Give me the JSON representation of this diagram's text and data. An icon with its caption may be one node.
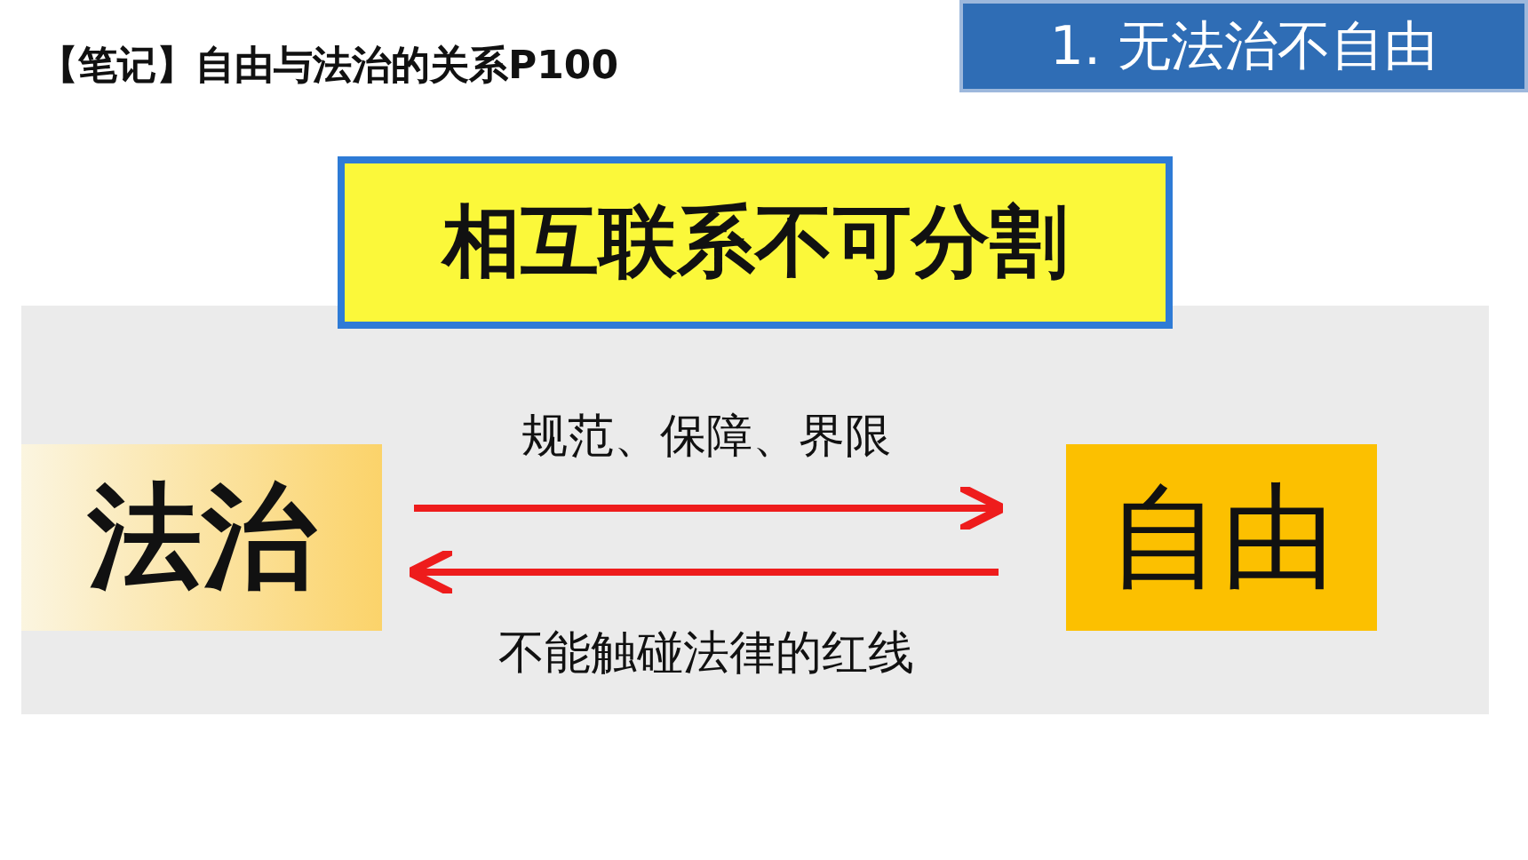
{
  "diagram": {
    "title": "【笔记】自由与法治的关系P100",
    "nodes": [
      {
        "text": [
          "1. 无法治不自由"
        ]
      },
      {
        "text": [
          "相互联系不可分割"
        ]
      },
      {
        "text": [
          "法治"
        ]
      },
      {
        "text": [
          "自由"
        ]
      }
    ],
    "edges": [
      {
        "from": 2,
        "to": 3,
        "arrow": "to",
        "label": "规范、保障、界限"
      },
      {
        "from": 3,
        "to": 2,
        "arrow": "to",
        "label": "不能触碰法律的红线"
      }
    ]
  }
}
